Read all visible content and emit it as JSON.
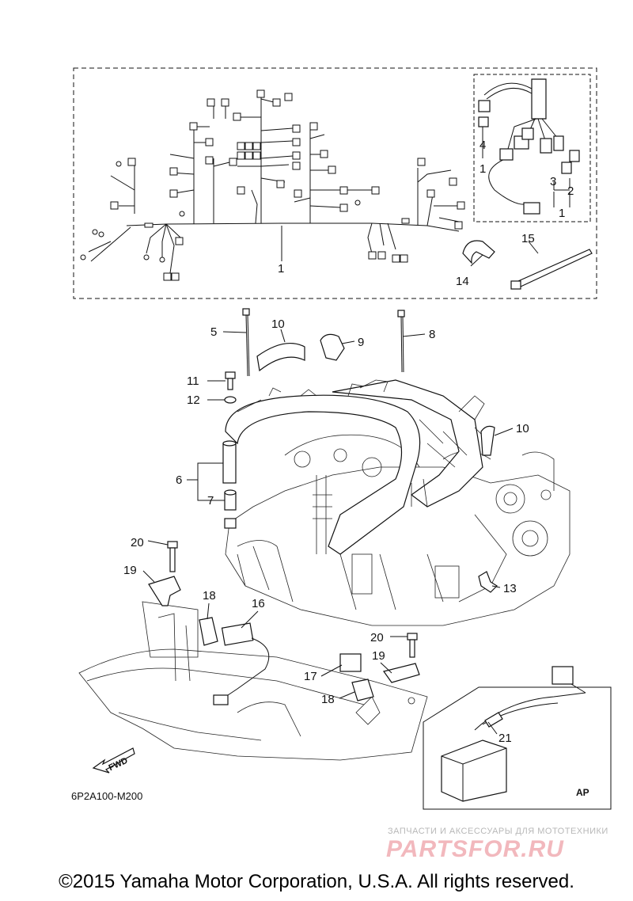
{
  "diagram": {
    "callouts": {
      "c1a": "1",
      "c1b": "1",
      "c1c": "1",
      "c2": "2",
      "c3": "3",
      "c4": "4",
      "c5": "5",
      "c6": "6",
      "c7": "7",
      "c8": "8",
      "c9": "9",
      "c10a": "10",
      "c10b": "10",
      "c11": "11",
      "c12": "12",
      "c13": "13",
      "c14": "14",
      "c15": "15",
      "c16": "16",
      "c17": "17",
      "c18a": "18",
      "c18b": "18",
      "c19a": "19",
      "c19b": "19",
      "c20a": "20",
      "c20b": "20",
      "c21": "21"
    },
    "fwd_label": "FWD",
    "inset_label": "AP",
    "drawing_code": "6P2A100-M200"
  },
  "watermark": {
    "line1": "ЗАПЧАСТИ И АКСЕССУАРЫ ДЛЯ МОТОТЕХНИКИ",
    "line2": "PARTSFOR.RU"
  },
  "footer": {
    "copyright": "©2015 Yamaha Motor Corporation, U.S.A. All rights reserved."
  }
}
